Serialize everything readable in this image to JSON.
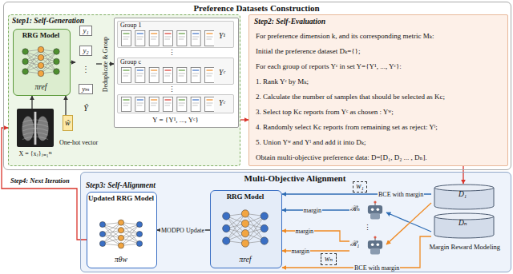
{
  "diagram": {
    "nodes": [
      {
        "text": [
          "Preference Datasets Construction"
        ]
      },
      {
        "text": [
          "Step1: Self-Generation"
        ],
        "in": 0
      },
      {
        "text": [
          "RRG Model",
          "πref"
        ],
        "in": 1
      },
      {
        "text": [
          "y₁",
          "y₂",
          "⋮",
          "yₘ",
          "Ŷ"
        ],
        "in": 1
      },
      {
        "text": [
          "Y = {Y¹, ..., Yᶜ}"
        ],
        "in": 1
      },
      {
        "text": [
          "Group 1",
          "Y¹"
        ],
        "in": 4
      },
      {
        "text": [
          "Group c",
          "Yᶜ"
        ],
        "in": 4
      },
      {
        "text": [
          "Yᶜ"
        ],
        "in": 4
      },
      {
        "text": [
          "X = {xⱼ}ⱼ₌₁ᵐ"
        ],
        "in": 1
      },
      {
        "text": [
          "ŵ",
          "One-hot vector"
        ],
        "in": 1
      },
      {
        "text": [
          "Step2: Self-Evaluation",
          "For preference dimension k, and its corresponding metric Mₖ:",
          "Initial the preference dataset Dₖ={};",
          "For each group of reports Yᶜ in set Y={Y¹, ..., Yᶜ}:",
          "1. Rank Yᶜ by Mₖ;",
          "2. Calculate the number of samples that should be selected as Kc;",
          "3. Select top Kc reports from Yᶜ as chosen : Yʷ;",
          "4. Randomly select Kc reports from remaining set as reject: Yˡ;",
          "5. Union Yʷ and Yˡ and add it into Dₖ;",
          "Obtain multi-objective preference data: D=[D₁, D₂ ... , Dₙ]."
        ],
        "in": 0
      },
      {
        "text": [
          "Multi-Objective Alignment",
          "Step3: Self-Alignment"
        ]
      },
      {
        "text": [
          "Updated RRG Model",
          "πθw"
        ],
        "in": 11
      },
      {
        "text": [
          "RRG Model",
          "πref"
        ],
        "in": 11
      },
      {
        "text": [
          "w₁"
        ],
        "in": 11
      },
      {
        "text": [
          "wₙ"
        ],
        "in": 11
      },
      {
        "text": [
          "ℛₙ"
        ],
        "in": 11
      },
      {
        "text": [
          "ℛ₁"
        ],
        "in": 11
      },
      {
        "text": [
          "D₁",
          "Dₙ"
        ],
        "in": 11
      }
    ],
    "edges": [
      {
        "from": 8,
        "to": 2,
        "arrow": "to"
      },
      {
        "from": 9,
        "to": 2,
        "arrow": "to"
      },
      {
        "from": 2,
        "to": 3,
        "arrow": "to"
      },
      {
        "from": 3,
        "to": 4,
        "label": "Deduplicate & Group",
        "arrow": "to"
      },
      {
        "from": 1,
        "to": 10,
        "arrow": "to"
      },
      {
        "from": 10,
        "to": 18,
        "arrow": "to"
      },
      {
        "from": 12,
        "to": 1,
        "label": "Step4: Next Iteration",
        "arrow": "to"
      },
      {
        "from": 18,
        "to": 16,
        "arrow": "to"
      },
      {
        "from": 18,
        "to": 17,
        "arrow": "to"
      },
      {
        "from": 16,
        "to": 13,
        "label": "margin",
        "arrow": "to"
      },
      {
        "from": 17,
        "to": 13,
        "label": "margin",
        "arrow": "to"
      },
      {
        "from": 17,
        "to": 13,
        "label": "margin",
        "arrow": "to"
      },
      {
        "from": 18,
        "to": 13,
        "label": "BCE with margin",
        "arrow": "to"
      },
      {
        "from": 18,
        "to": 13,
        "label": "BCE with margin",
        "arrow": "to"
      },
      {
        "from": 13,
        "to": 12,
        "label": "MODPO Update",
        "arrow": "to"
      }
    ],
    "labels": [
      "⋮",
      "⋮",
      "⋮",
      "Margin Reward Modeling"
    ]
  }
}
